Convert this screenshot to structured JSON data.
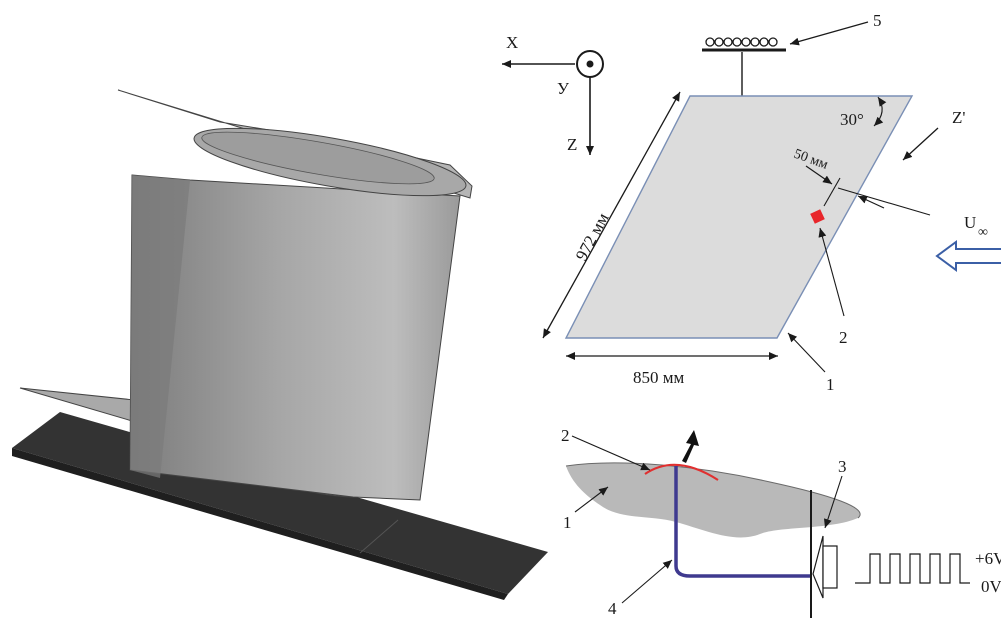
{
  "labels": {
    "axis_x": "X",
    "axis_y": "У",
    "axis_z": "Z",
    "axis_z_prime": "Z'",
    "part_5": "5",
    "part_2_top": "2",
    "part_1_top": "1",
    "angle": "30°",
    "distance_50": "50 мм",
    "length_972": "972 мм",
    "width_850": "850 мм",
    "flow_symbol": "U",
    "flow_subscript": "∞",
    "part_2_bottom": "2",
    "part_1_bottom": "1",
    "part_3": "3",
    "part_4": "4",
    "voltage_high": "+6V",
    "voltage_low": "0V"
  },
  "colors": {
    "wing_light": "#b9b9b9",
    "wing_dark": "#8e8e8e",
    "base": "#333333",
    "plate_fill": "#dcdcdc",
    "plate_edge": "#7a8fb5",
    "sensor": "#e8262b",
    "arc": "#e03030",
    "cable": "#3f3a8f",
    "flow_arrow": "#3b5fa6"
  }
}
